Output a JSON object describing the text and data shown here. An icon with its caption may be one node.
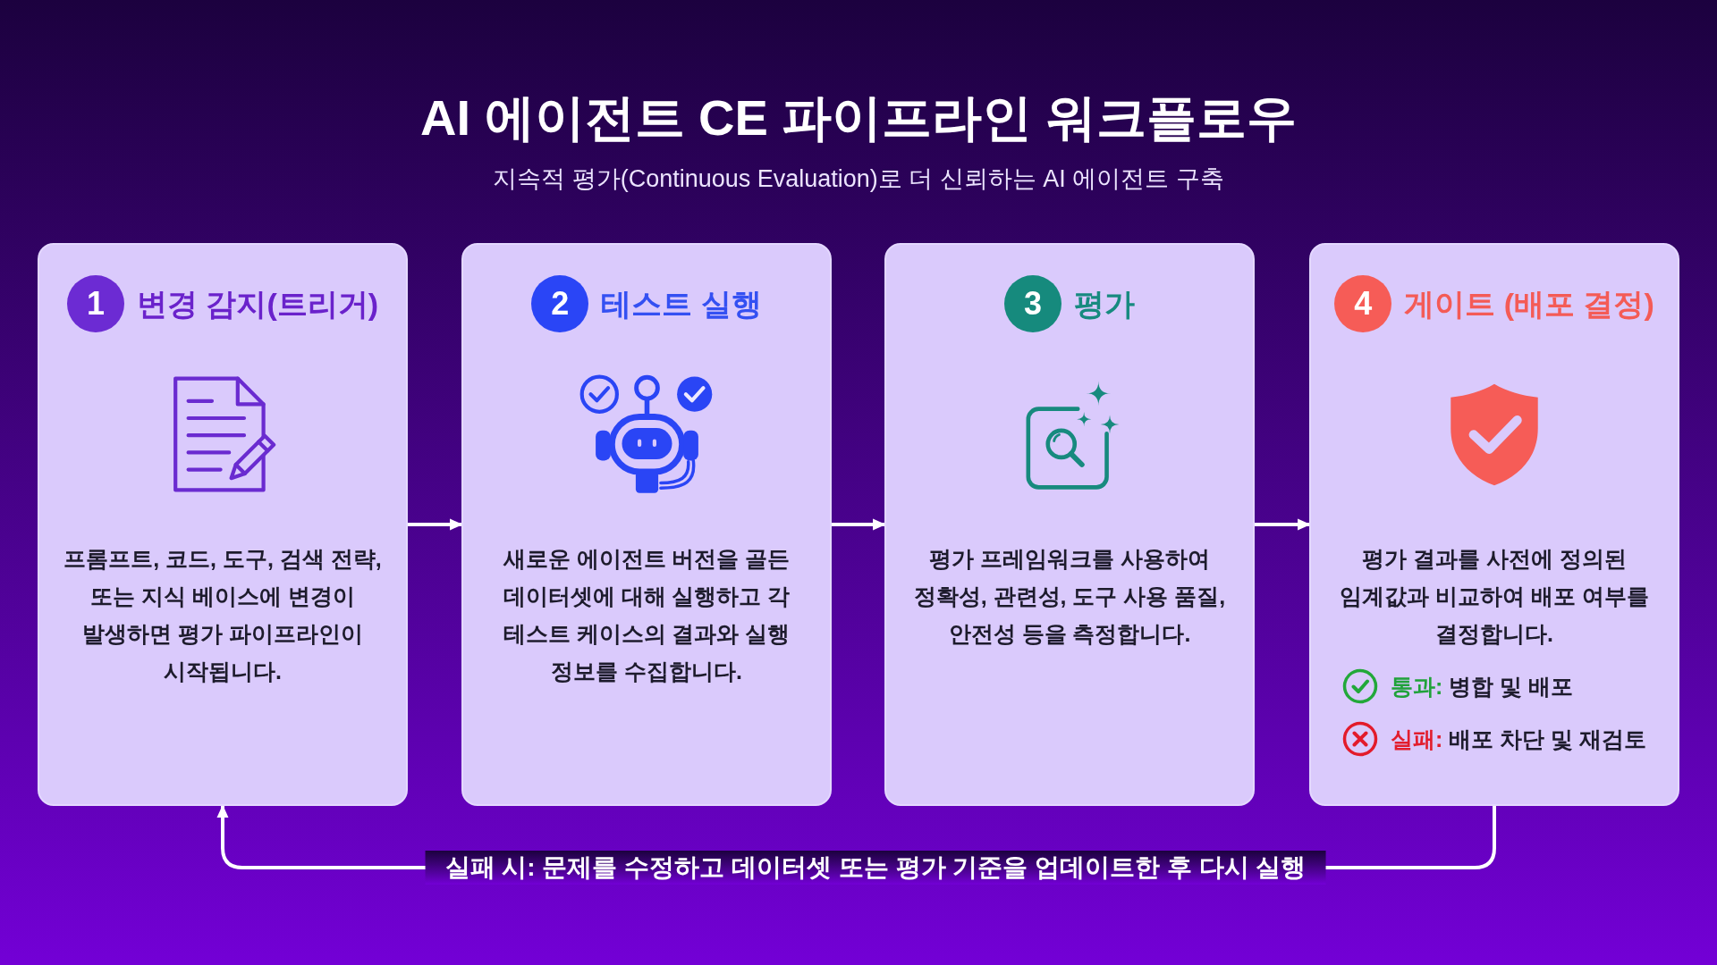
{
  "diagram": {
    "title": "AI 에이전트 CE 파이프라인 워크플로우",
    "nodes": [
      {
        "text": [
          "변경 감지(트리거)",
          "프롬프트, 코드, 도구, 검색 전략, 또는 지식 베이스에 변경이 발생하면 평가 파이프라인이 시작됩니다."
        ]
      },
      {
        "text": [
          "1"
        ],
        "in": 0
      },
      {
        "text": [
          "테스트 실행",
          "새로운 에이전트 버전을 골든 데이터셋에 대해 실행하고 각 테스트 케이스의 결과와 실행 정보를 수집합니다."
        ]
      },
      {
        "text": [
          "2"
        ],
        "in": 2
      },
      {
        "text": [
          "평가",
          "평가 프레임워크를 사용하여 정확성, 관련성, 도구 사용 품질, 안전성 등을 측정합니다."
        ]
      },
      {
        "text": [
          "3"
        ],
        "in": 4
      },
      {
        "text": [
          "게이트 (배포 결정)",
          "평가 결과를 사전에 정의된 임계값과 비교하여 배포 여부를 결정합니다.",
          "통과: 병합 및 배포",
          "실패: 배포 차단 및 재검토"
        ]
      },
      {
        "text": [
          "4"
        ],
        "in": 6
      }
    ],
    "edges": [
      {
        "from": 0,
        "to": 2,
        "arrow": "to"
      },
      {
        "from": 2,
        "to": 4,
        "arrow": "to"
      },
      {
        "from": 4,
        "to": 6,
        "arrow": "to"
      },
      {
        "from": 6,
        "to": 0,
        "arrow": "to",
        "label": "실패 시: 문제를 수정하고 데이터셋 또는 평가 기준을 업데이트한 후 다시 실행"
      }
    ],
    "labels": [
      "지속적 평가(Continuous Evaluation)로 더 신뢰하는 AI 에이전트 구축"
    ]
  }
}
